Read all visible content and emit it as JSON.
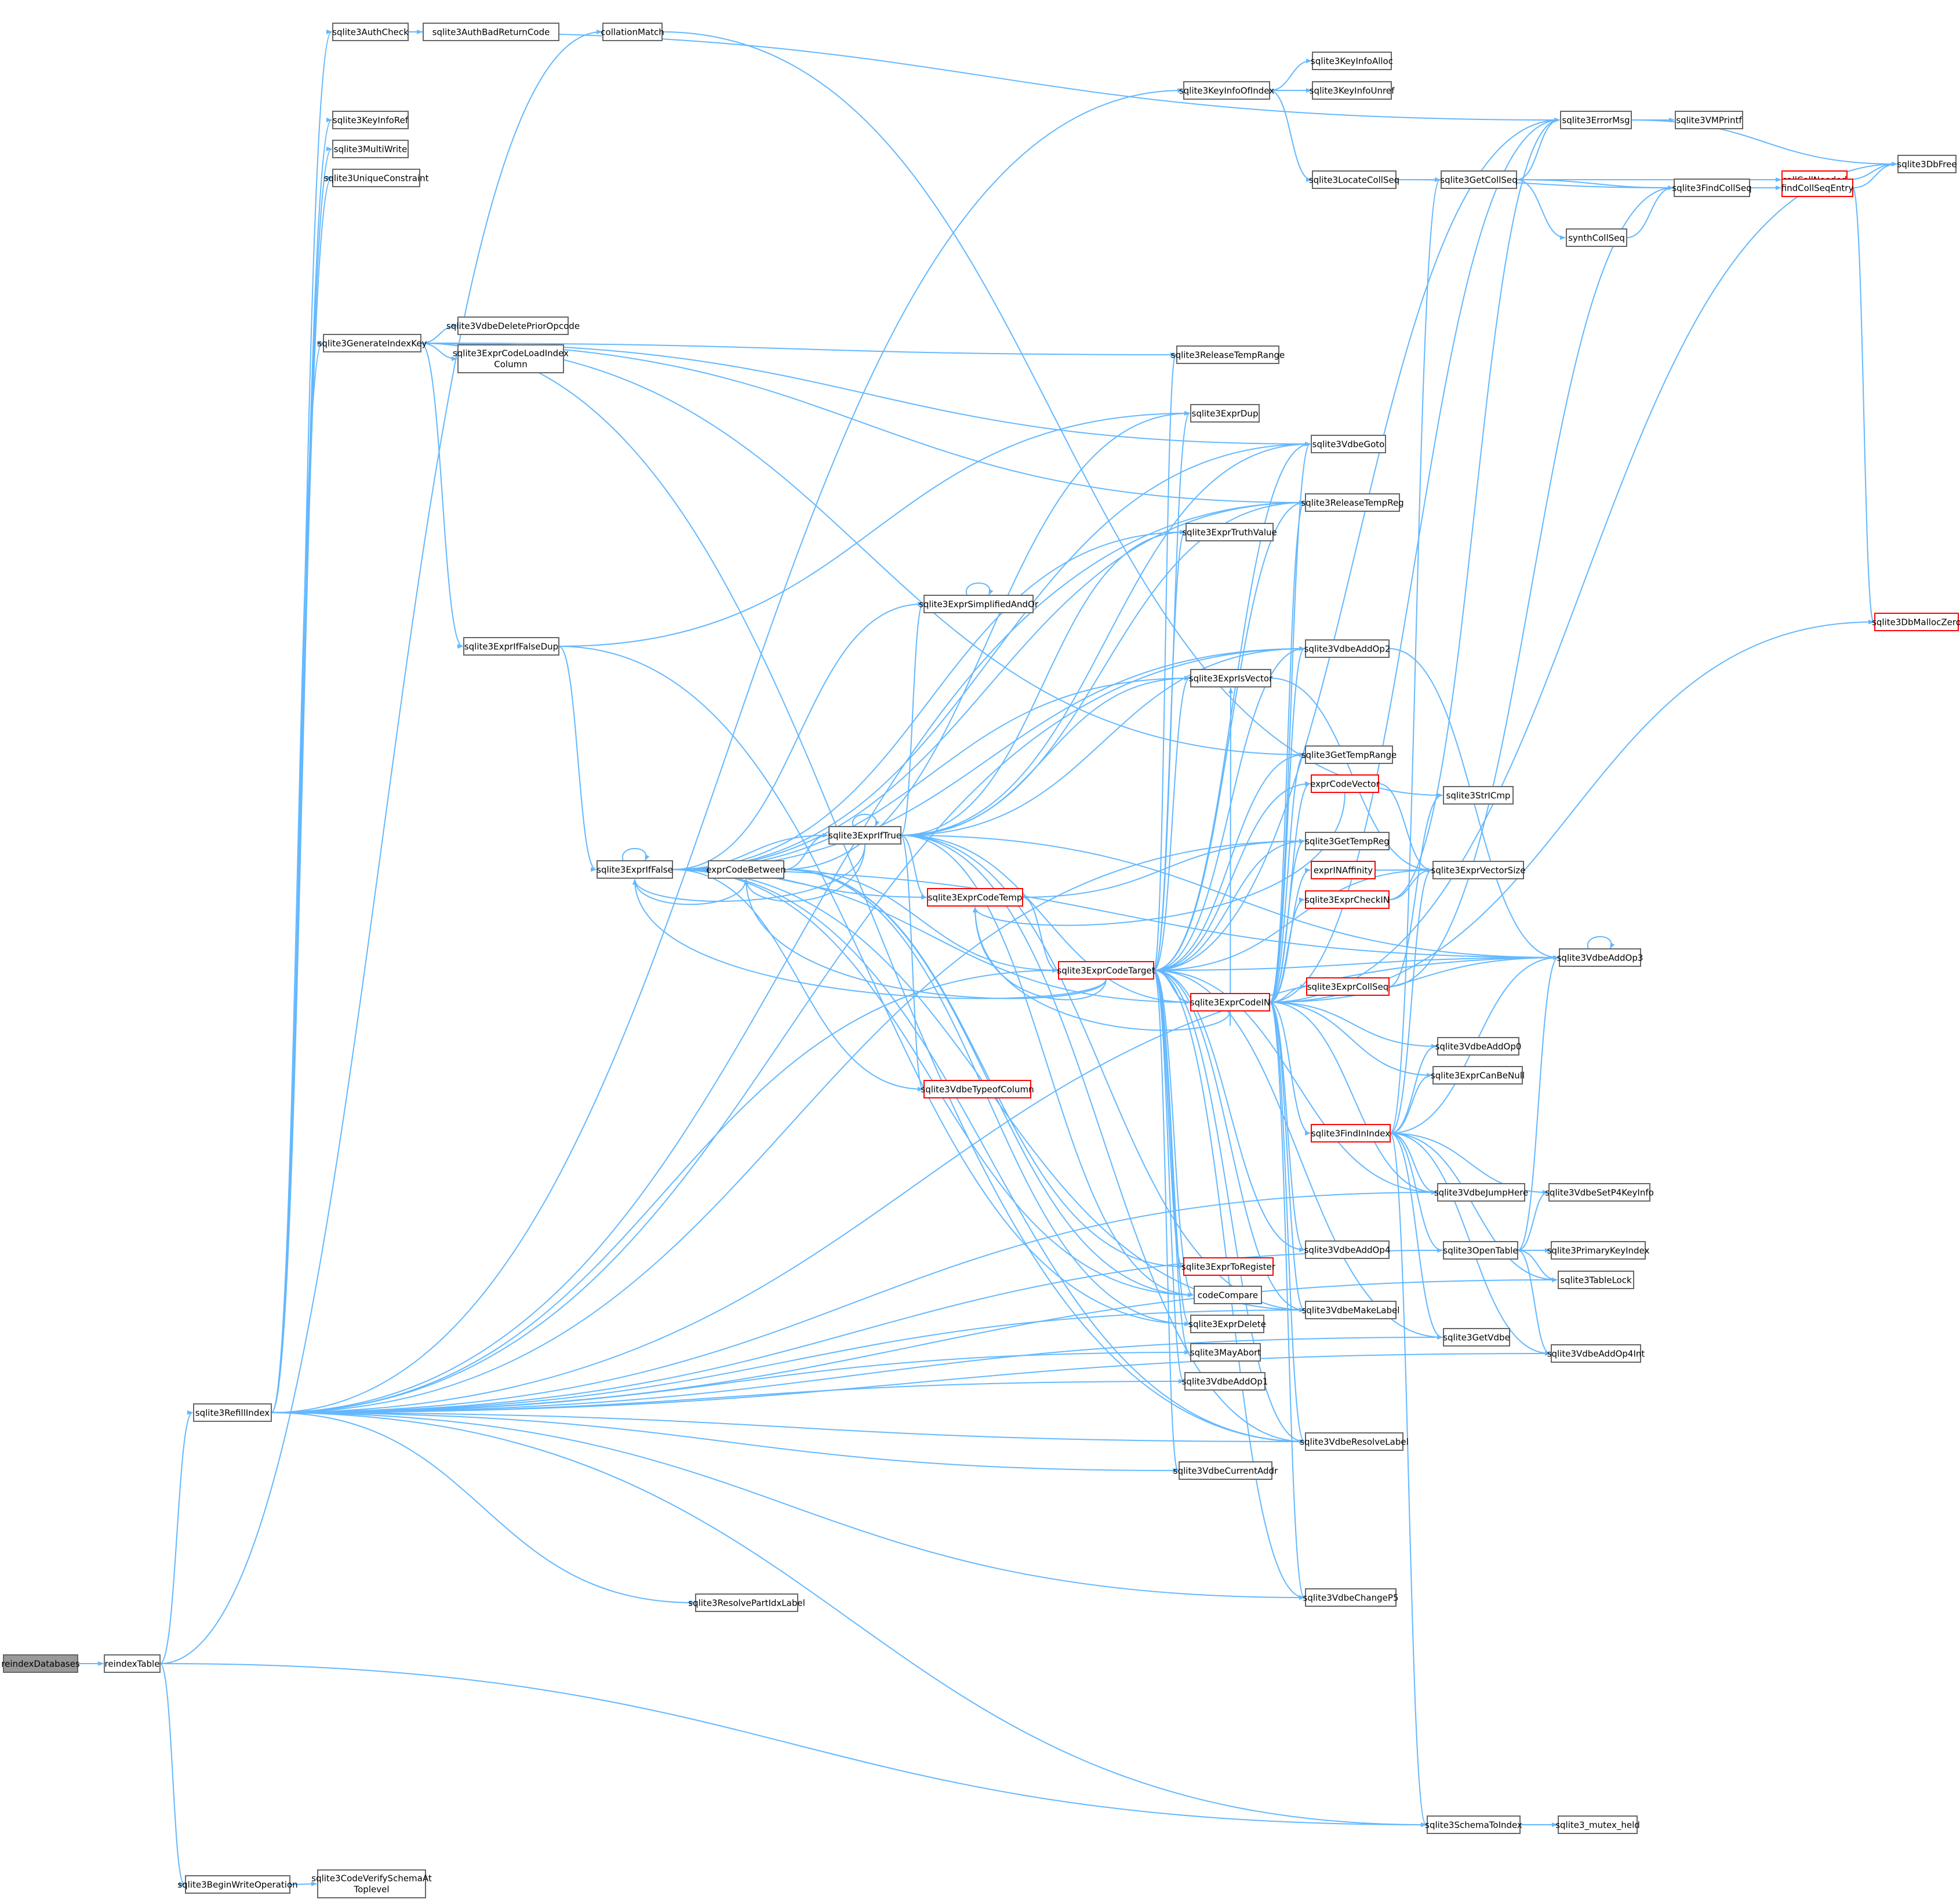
{
  "colors": {
    "edge": "#63b8ff",
    "node_border": "#666666",
    "node_border_truncated": "#ff0000",
    "node_fill": "#ffffff",
    "root_fill": "#999999",
    "text": "#000000"
  },
  "nodes": [
    {
      "id": "reindexDatabases",
      "label": "reindexDatabases",
      "kind": "root"
    },
    {
      "id": "reindexTable",
      "label": "reindexTable"
    },
    {
      "id": "sqlite3RefillIndex",
      "label": "sqlite3RefillIndex"
    },
    {
      "id": "sqlite3BeginWriteOperation",
      "label": "sqlite3BeginWriteOperation"
    },
    {
      "id": "sqlite3CodeVerifySchemaAtToplevel",
      "label": "sqlite3CodeVerifySchemaAt Toplevel"
    },
    {
      "id": "sqlite3AuthCheck",
      "label": "sqlite3AuthCheck"
    },
    {
      "id": "sqlite3AuthBadReturnCode",
      "label": "sqlite3AuthBadReturnCode"
    },
    {
      "id": "collationMatch",
      "label": "collationMatch"
    },
    {
      "id": "sqlite3KeyInfoRef",
      "label": "sqlite3KeyInfoRef"
    },
    {
      "id": "sqlite3MultiWrite",
      "label": "sqlite3MultiWrite"
    },
    {
      "id": "sqlite3UniqueConstraint",
      "label": "sqlite3UniqueConstraint"
    },
    {
      "id": "sqlite3GenerateIndexKey",
      "label": "sqlite3GenerateIndexKey"
    },
    {
      "id": "sqlite3VdbeDeletePriorOpcode",
      "label": "sqlite3VdbeDeletePriorOpcode"
    },
    {
      "id": "sqlite3ExprCodeLoadIndexColumn",
      "label": "sqlite3ExprCodeLoadIndex Column"
    },
    {
      "id": "sqlite3ExprIfFalseDup",
      "label": "sqlite3ExprIfFalseDup"
    },
    {
      "id": "sqlite3ExprIfFalse",
      "label": "sqlite3ExprIfFalse"
    },
    {
      "id": "exprCodeBetween",
      "label": "exprCodeBetween"
    },
    {
      "id": "sqlite3ExprIfTrue",
      "label": "sqlite3ExprIfTrue"
    },
    {
      "id": "sqlite3ExprSimplifiedAndOr",
      "label": "sqlite3ExprSimplifiedAndOr"
    },
    {
      "id": "sqlite3ExprCodeTemp",
      "label": "sqlite3ExprCodeTemp",
      "kind": "truncated"
    },
    {
      "id": "sqlite3ExprCodeTarget",
      "label": "sqlite3ExprCodeTarget",
      "kind": "truncated"
    },
    {
      "id": "sqlite3VdbeTypeofColumn",
      "label": "sqlite3VdbeTypeofColumn",
      "kind": "truncated"
    },
    {
      "id": "sqlite3ResolvePartIdxLabel",
      "label": "sqlite3ResolvePartIdxLabel"
    },
    {
      "id": "sqlite3KeyInfoOfIndex",
      "label": "sqlite3KeyInfoOfIndex"
    },
    {
      "id": "sqlite3KeyInfoAlloc",
      "label": "sqlite3KeyInfoAlloc"
    },
    {
      "id": "sqlite3KeyInfoUnref",
      "label": "sqlite3KeyInfoUnref"
    },
    {
      "id": "sqlite3LocateCollSeq",
      "label": "sqlite3LocateCollSeq"
    },
    {
      "id": "sqlite3ReleaseTempRange",
      "label": "sqlite3ReleaseTempRange"
    },
    {
      "id": "sqlite3ExprDup",
      "label": "sqlite3ExprDup"
    },
    {
      "id": "sqlite3ExprTruthValue",
      "label": "sqlite3ExprTruthValue"
    },
    {
      "id": "sqlite3ExprIsVector",
      "label": "sqlite3ExprIsVector"
    },
    {
      "id": "sqlite3ExprCodeIN",
      "label": "sqlite3ExprCodeIN",
      "kind": "truncated"
    },
    {
      "id": "sqlite3ExprToRegister",
      "label": "sqlite3ExprToRegister",
      "kind": "truncated"
    },
    {
      "id": "codeCompare",
      "label": "codeCompare"
    },
    {
      "id": "sqlite3ExprDelete",
      "label": "sqlite3ExprDelete"
    },
    {
      "id": "sqlite3MayAbort",
      "label": "sqlite3MayAbort"
    },
    {
      "id": "sqlite3VdbeAddOp1",
      "label": "sqlite3VdbeAddOp1"
    },
    {
      "id": "sqlite3VdbeCurrentAddr",
      "label": "sqlite3VdbeCurrentAddr"
    },
    {
      "id": "sqlite3VdbeGoto",
      "label": "sqlite3VdbeGoto"
    },
    {
      "id": "sqlite3ReleaseTempReg",
      "label": "sqlite3ReleaseTempReg"
    },
    {
      "id": "sqlite3VdbeAddOp2",
      "label": "sqlite3VdbeAddOp2"
    },
    {
      "id": "sqlite3GetTempRange",
      "label": "sqlite3GetTempRange"
    },
    {
      "id": "exprCodeVector",
      "label": "exprCodeVector",
      "kind": "truncated"
    },
    {
      "id": "sqlite3GetTempReg",
      "label": "sqlite3GetTempReg"
    },
    {
      "id": "exprINAffinity",
      "label": "exprINAffinity",
      "kind": "truncated"
    },
    {
      "id": "sqlite3ExprCheckIN",
      "label": "sqlite3ExprCheckIN",
      "kind": "truncated"
    },
    {
      "id": "sqlite3VdbeAddOp4",
      "label": "sqlite3VdbeAddOp4"
    },
    {
      "id": "sqlite3VdbeMakeLabel",
      "label": "sqlite3VdbeMakeLabel"
    },
    {
      "id": "sqlite3VdbeResolveLabel",
      "label": "sqlite3VdbeResolveLabel"
    },
    {
      "id": "sqlite3VdbeChangeP5",
      "label": "sqlite3VdbeChangeP5"
    },
    {
      "id": "sqlite3ErrorMsg",
      "label": "sqlite3ErrorMsg"
    },
    {
      "id": "sqlite3VMPrintf",
      "label": "sqlite3VMPrintf"
    },
    {
      "id": "sqlite3GetCollSeq",
      "label": "sqlite3GetCollSeq"
    },
    {
      "id": "synthCollSeq",
      "label": "synthCollSeq"
    },
    {
      "id": "sqlite3StrICmp",
      "label": "sqlite3StrICmp"
    },
    {
      "id": "sqlite3ExprVectorSize",
      "label": "sqlite3ExprVectorSize"
    },
    {
      "id": "sqlite3ExprCollSeq",
      "label": "sqlite3ExprCollSeq",
      "kind": "truncated"
    },
    {
      "id": "sqlite3VdbeAddOp0",
      "label": "sqlite3VdbeAddOp0"
    },
    {
      "id": "sqlite3ExprCanBeNull",
      "label": "sqlite3ExprCanBeNull"
    },
    {
      "id": "sqlite3FindInIndex",
      "label": "sqlite3FindInIndex",
      "kind": "truncated"
    },
    {
      "id": "sqlite3VdbeJumpHere",
      "label": "sqlite3VdbeJumpHere"
    },
    {
      "id": "sqlite3OpenTable",
      "label": "sqlite3OpenTable"
    },
    {
      "id": "sqlite3GetVdbe",
      "label": "sqlite3GetVdbe"
    },
    {
      "id": "sqlite3SchemaToIndex",
      "label": "sqlite3SchemaToIndex"
    },
    {
      "id": "sqlite3_mutex_held",
      "label": "sqlite3_mutex_held"
    },
    {
      "id": "sqlite3VdbeAddOp3",
      "label": "sqlite3VdbeAddOp3"
    },
    {
      "id": "sqlite3VdbeSetP4KeyInfo",
      "label": "sqlite3VdbeSetP4KeyInfo"
    },
    {
      "id": "sqlite3PrimaryKeyIndex",
      "label": "sqlite3PrimaryKeyIndex"
    },
    {
      "id": "sqlite3TableLock",
      "label": "sqlite3TableLock"
    },
    {
      "id": "sqlite3VdbeAddOp4Int",
      "label": "sqlite3VdbeAddOp4Int"
    },
    {
      "id": "sqlite3FindCollSeq",
      "label": "sqlite3FindCollSeq"
    },
    {
      "id": "callCollNeeded",
      "label": "callCollNeeded",
      "kind": "truncated"
    },
    {
      "id": "sqlite3DbFree",
      "label": "sqlite3DbFree"
    },
    {
      "id": "findCollSeqEntry",
      "label": "findCollSeqEntry",
      "kind": "truncated"
    },
    {
      "id": "sqlite3DbMallocZero",
      "label": "sqlite3DbMallocZero",
      "kind": "truncated"
    }
  ],
  "edges": [
    [
      "reindexDatabases",
      "reindexTable"
    ],
    [
      "reindexTable",
      "sqlite3RefillIndex"
    ],
    [
      "reindexTable",
      "sqlite3BeginWriteOperation"
    ],
    [
      "reindexTable",
      "collationMatch"
    ],
    [
      "reindexTable",
      "sqlite3SchemaToIndex"
    ],
    [
      "sqlite3BeginWriteOperation",
      "sqlite3CodeVerifySchemaAtToplevel"
    ],
    [
      "collationMatch",
      "sqlite3StrICmp"
    ],
    [
      "sqlite3AuthCheck",
      "sqlite3AuthBadReturnCode"
    ],
    [
      "sqlite3AuthCheck",
      "sqlite3ErrorMsg"
    ],
    [
      "sqlite3RefillIndex",
      "sqlite3AuthCheck"
    ],
    [
      "sqlite3RefillIndex",
      "sqlite3KeyInfoRef"
    ],
    [
      "sqlite3RefillIndex",
      "sqlite3MultiWrite"
    ],
    [
      "sqlite3RefillIndex",
      "sqlite3UniqueConstraint"
    ],
    [
      "sqlite3RefillIndex",
      "sqlite3GenerateIndexKey"
    ],
    [
      "sqlite3RefillIndex",
      "sqlite3KeyInfoOfIndex"
    ],
    [
      "sqlite3RefillIndex",
      "sqlite3ResolvePartIdxLabel"
    ],
    [
      "sqlite3RefillIndex",
      "sqlite3ExprCodeTarget"
    ],
    [
      "sqlite3RefillIndex",
      "sqlite3MayAbort"
    ],
    [
      "sqlite3RefillIndex",
      "sqlite3VdbeCurrentAddr"
    ],
    [
      "sqlite3RefillIndex",
      "sqlite3VdbeMakeLabel"
    ],
    [
      "sqlite3RefillIndex",
      "sqlite3VdbeResolveLabel"
    ],
    [
      "sqlite3RefillIndex",
      "sqlite3VdbeChangeP5"
    ],
    [
      "sqlite3RefillIndex",
      "sqlite3VdbeJumpHere"
    ],
    [
      "sqlite3RefillIndex",
      "sqlite3OpenTable"
    ],
    [
      "sqlite3RefillIndex",
      "sqlite3GetVdbe"
    ],
    [
      "sqlite3RefillIndex",
      "sqlite3SchemaToIndex"
    ],
    [
      "sqlite3RefillIndex",
      "sqlite3VdbeAddOp4Int"
    ],
    [
      "sqlite3RefillIndex",
      "sqlite3TableLock"
    ],
    [
      "sqlite3RefillIndex",
      "sqlite3VdbeAddOp3"
    ],
    [
      "sqlite3RefillIndex",
      "sqlite3VdbeAddOp2"
    ],
    [
      "sqlite3RefillIndex",
      "sqlite3VdbeAddOp1"
    ],
    [
      "sqlite3RefillIndex",
      "sqlite3ReleaseTempReg"
    ],
    [
      "sqlite3RefillIndex",
      "sqlite3GetTempReg"
    ],
    [
      "sqlite3GenerateIndexKey",
      "sqlite3VdbeDeletePriorOpcode"
    ],
    [
      "sqlite3GenerateIndexKey",
      "sqlite3ExprCodeLoadIndexColumn"
    ],
    [
      "sqlite3GenerateIndexKey",
      "sqlite3ExprIfFalseDup"
    ],
    [
      "sqlite3GenerateIndexKey",
      "sqlite3ReleaseTempRange"
    ],
    [
      "sqlite3GenerateIndexKey",
      "sqlite3VdbeGoto"
    ],
    [
      "sqlite3GenerateIndexKey",
      "sqlite3ReleaseTempReg"
    ],
    [
      "sqlite3GenerateIndexKey",
      "sqlite3GetTempRange"
    ],
    [
      "sqlite3GenerateIndexKey",
      "sqlite3VdbeResolveLabel"
    ],
    [
      "sqlite3ExprIfFalseDup",
      "sqlite3ExprIfFalse"
    ],
    [
      "sqlite3ExprIfFalseDup",
      "sqlite3ExprDup"
    ],
    [
      "sqlite3ExprIfFalseDup",
      "sqlite3ExprDelete"
    ],
    [
      "sqlite3ExprIfFalse",
      "sqlite3ExprIfFalse"
    ],
    [
      "sqlite3ExprIfFalse",
      "exprCodeBetween"
    ],
    [
      "sqlite3ExprIfFalse",
      "sqlite3ExprIfTrue"
    ],
    [
      "sqlite3ExprIfFalse",
      "sqlite3ExprSimplifiedAndOr"
    ],
    [
      "sqlite3ExprIfFalse",
      "sqlite3ExprCodeTemp"
    ],
    [
      "sqlite3ExprIfFalse",
      "sqlite3ExprCodeIN"
    ],
    [
      "sqlite3ExprIfFalse",
      "sqlite3VdbeTypeofColumn"
    ],
    [
      "sqlite3ExprIfFalse",
      "sqlite3ExprTruthValue"
    ],
    [
      "sqlite3ExprIfFalse",
      "sqlite3ExprIsVector"
    ],
    [
      "sqlite3ExprIfFalse",
      "codeCompare"
    ],
    [
      "sqlite3ExprIfFalse",
      "sqlite3VdbeGoto"
    ],
    [
      "sqlite3ExprIfFalse",
      "sqlite3VdbeAddOp2"
    ],
    [
      "sqlite3ExprIfFalse",
      "sqlite3VdbeAddOp3"
    ],
    [
      "sqlite3ExprIfFalse",
      "sqlite3ReleaseTempReg"
    ],
    [
      "sqlite3ExprIfFalse",
      "sqlite3VdbeMakeLabel"
    ],
    [
      "sqlite3ExprIfFalse",
      "sqlite3VdbeResolveLabel"
    ],
    [
      "exprCodeBetween",
      "sqlite3ExprIfTrue"
    ],
    [
      "exprCodeBetween",
      "sqlite3ExprCodeTarget"
    ],
    [
      "exprCodeBetween",
      "sqlite3ExprDup"
    ],
    [
      "exprCodeBetween",
      "sqlite3ExprDelete"
    ],
    [
      "exprCodeBetween",
      "sqlite3ExprToRegister"
    ],
    [
      "exprCodeBetween",
      "codeCompare"
    ],
    [
      "exprCodeBetween",
      "sqlite3ExprIfFalse"
    ],
    [
      "sqlite3ExprIfTrue",
      "sqlite3ExprIfTrue"
    ],
    [
      "sqlite3ExprIfTrue",
      "sqlite3ExprIfFalse"
    ],
    [
      "sqlite3ExprIfTrue",
      "exprCodeBetween"
    ],
    [
      "sqlite3ExprIfTrue",
      "sqlite3ExprSimplifiedAndOr"
    ],
    [
      "sqlite3ExprIfTrue",
      "sqlite3ExprCodeTemp"
    ],
    [
      "sqlite3ExprIfTrue",
      "sqlite3ExprCodeIN"
    ],
    [
      "sqlite3ExprIfTrue",
      "sqlite3VdbeTypeofColumn"
    ],
    [
      "sqlite3ExprIfTrue",
      "sqlite3ExprTruthValue"
    ],
    [
      "sqlite3ExprIfTrue",
      "sqlite3ExprIsVector"
    ],
    [
      "sqlite3ExprIfTrue",
      "codeCompare"
    ],
    [
      "sqlite3ExprIfTrue",
      "sqlite3VdbeGoto"
    ],
    [
      "sqlite3ExprIfTrue",
      "sqlite3VdbeAddOp2"
    ],
    [
      "sqlite3ExprIfTrue",
      "sqlite3VdbeAddOp3"
    ],
    [
      "sqlite3ExprIfTrue",
      "sqlite3ReleaseTempReg"
    ],
    [
      "sqlite3ExprIfTrue",
      "sqlite3VdbeMakeLabel"
    ],
    [
      "sqlite3ExprIfTrue",
      "sqlite3VdbeResolveLabel"
    ],
    [
      "sqlite3ExprSimplifiedAndOr",
      "sqlite3ExprSimplifiedAndOr"
    ],
    [
      "sqlite3ExprCodeTemp",
      "sqlite3ExprCodeTarget"
    ],
    [
      "sqlite3ExprCodeTemp",
      "sqlite3GetTempReg"
    ],
    [
      "sqlite3ExprCodeTarget",
      "sqlite3ExprCodeTemp"
    ],
    [
      "sqlite3ExprCodeTarget",
      "exprCodeBetween"
    ],
    [
      "sqlite3ExprCodeTarget",
      "sqlite3ExprIfFalse"
    ],
    [
      "sqlite3ExprCodeTarget",
      "sqlite3ExprCodeIN"
    ],
    [
      "sqlite3ExprCodeTarget",
      "sqlite3ReleaseTempRange"
    ],
    [
      "sqlite3ExprCodeTarget",
      "sqlite3ExprDup"
    ],
    [
      "sqlite3ExprCodeTarget",
      "sqlite3ExprTruthValue"
    ],
    [
      "sqlite3ExprCodeTarget",
      "sqlite3ExprIsVector"
    ],
    [
      "sqlite3ExprCodeTarget",
      "sqlite3ExprToRegister"
    ],
    [
      "sqlite3ExprCodeTarget",
      "codeCompare"
    ],
    [
      "sqlite3ExprCodeTarget",
      "sqlite3ExprDelete"
    ],
    [
      "sqlite3ExprCodeTarget",
      "sqlite3MayAbort"
    ],
    [
      "sqlite3ExprCodeTarget",
      "sqlite3VdbeAddOp1"
    ],
    [
      "sqlite3ExprCodeTarget",
      "sqlite3VdbeCurrentAddr"
    ],
    [
      "sqlite3ExprCodeTarget",
      "sqlite3VdbeGoto"
    ],
    [
      "sqlite3ExprCodeTarget",
      "sqlite3ReleaseTempReg"
    ],
    [
      "sqlite3ExprCodeTarget",
      "sqlite3VdbeAddOp2"
    ],
    [
      "sqlite3ExprCodeTarget",
      "sqlite3GetTempRange"
    ],
    [
      "sqlite3ExprCodeTarget",
      "exprCodeVector"
    ],
    [
      "sqlite3ExprCodeTarget",
      "sqlite3GetTempReg"
    ],
    [
      "sqlite3ExprCodeTarget",
      "sqlite3VdbeAddOp4"
    ],
    [
      "sqlite3ExprCodeTarget",
      "sqlite3VdbeMakeLabel"
    ],
    [
      "sqlite3ExprCodeTarget",
      "sqlite3VdbeResolveLabel"
    ],
    [
      "sqlite3ExprCodeTarget",
      "sqlite3VdbeChangeP5"
    ],
    [
      "sqlite3ExprCodeTarget",
      "sqlite3ErrorMsg"
    ],
    [
      "sqlite3ExprCodeTarget",
      "sqlite3ExprVectorSize"
    ],
    [
      "sqlite3ExprCodeTarget",
      "sqlite3VdbeAddOp3"
    ],
    [
      "sqlite3ExprCodeTarget",
      "sqlite3VdbeJumpHere"
    ],
    [
      "sqlite3ExprCodeTarget",
      "sqlite3GetVdbe"
    ],
    [
      "sqlite3ExprCodeIN",
      "sqlite3ExprCodeTemp"
    ],
    [
      "sqlite3ExprCodeIN",
      "exprINAffinity"
    ],
    [
      "sqlite3ExprCodeIN",
      "sqlite3ExprCheckIN"
    ],
    [
      "sqlite3ExprCodeIN",
      "sqlite3ExprCollSeq"
    ],
    [
      "sqlite3ExprCodeIN",
      "sqlite3VdbeAddOp0"
    ],
    [
      "sqlite3ExprCodeIN",
      "sqlite3ExprCanBeNull"
    ],
    [
      "sqlite3ExprCodeIN",
      "sqlite3FindInIndex"
    ],
    [
      "sqlite3ExprCodeIN",
      "sqlite3VdbeJumpHere"
    ],
    [
      "sqlite3ExprCodeIN",
      "sqlite3ExprIsVector"
    ],
    [
      "sqlite3ExprCodeIN",
      "sqlite3VdbeGoto"
    ],
    [
      "sqlite3ExprCodeIN",
      "sqlite3ReleaseTempReg"
    ],
    [
      "sqlite3ExprCodeIN",
      "sqlite3VdbeAddOp2"
    ],
    [
      "sqlite3ExprCodeIN",
      "sqlite3GetTempRange"
    ],
    [
      "sqlite3ExprCodeIN",
      "exprCodeVector"
    ],
    [
      "sqlite3ExprCodeIN",
      "sqlite3GetTempReg"
    ],
    [
      "sqlite3ExprCodeIN",
      "sqlite3VdbeAddOp4"
    ],
    [
      "sqlite3ExprCodeIN",
      "sqlite3VdbeMakeLabel"
    ],
    [
      "sqlite3ExprCodeIN",
      "sqlite3VdbeResolveLabel"
    ],
    [
      "sqlite3ExprCodeIN",
      "sqlite3VdbeChangeP5"
    ],
    [
      "sqlite3ExprCodeIN",
      "sqlite3ErrorMsg"
    ],
    [
      "sqlite3ExprCodeIN",
      "sqlite3VdbeAddOp3"
    ],
    [
      "sqlite3ExprCodeIN",
      "sqlite3DbFree"
    ],
    [
      "sqlite3ExprCodeIN",
      "sqlite3DbMallocZero"
    ],
    [
      "sqlite3KeyInfoOfIndex",
      "sqlite3KeyInfoAlloc"
    ],
    [
      "sqlite3KeyInfoOfIndex",
      "sqlite3KeyInfoUnref"
    ],
    [
      "sqlite3KeyInfoOfIndex",
      "sqlite3LocateCollSeq"
    ],
    [
      "sqlite3LocateCollSeq",
      "sqlite3GetCollSeq"
    ],
    [
      "sqlite3LocateCollSeq",
      "sqlite3FindCollSeq"
    ],
    [
      "sqlite3ErrorMsg",
      "sqlite3VMPrintf"
    ],
    [
      "sqlite3ErrorMsg",
      "sqlite3DbFree"
    ],
    [
      "sqlite3GetCollSeq",
      "sqlite3ErrorMsg"
    ],
    [
      "sqlite3GetCollSeq",
      "synthCollSeq"
    ],
    [
      "sqlite3GetCollSeq",
      "callCollNeeded"
    ],
    [
      "sqlite3GetCollSeq",
      "sqlite3FindCollSeq"
    ],
    [
      "synthCollSeq",
      "sqlite3FindCollSeq"
    ],
    [
      "callCollNeeded",
      "sqlite3DbFree"
    ],
    [
      "sqlite3FindCollSeq",
      "findCollSeqEntry"
    ],
    [
      "findCollSeqEntry",
      "sqlite3DbFree"
    ],
    [
      "findCollSeqEntry",
      "sqlite3DbMallocZero"
    ],
    [
      "sqlite3ExprIsVector",
      "sqlite3ExprVectorSize"
    ],
    [
      "exprCodeVector",
      "sqlite3ExprCodeTemp"
    ],
    [
      "exprCodeVector",
      "sqlite3ExprVectorSize"
    ],
    [
      "exprINAffinity",
      "sqlite3ExprVectorSize"
    ],
    [
      "sqlite3ExprCheckIN",
      "sqlite3ExprVectorSize"
    ],
    [
      "sqlite3ExprCheckIN",
      "sqlite3ErrorMsg"
    ],
    [
      "sqlite3ExprCollSeq",
      "sqlite3StrICmp"
    ],
    [
      "sqlite3ExprCollSeq",
      "sqlite3FindCollSeq"
    ],
    [
      "sqlite3VdbeAddOp2",
      "sqlite3VdbeAddOp3"
    ],
    [
      "sqlite3VdbeAddOp3",
      "sqlite3VdbeAddOp3"
    ],
    [
      "sqlite3FindInIndex",
      "sqlite3ExprVectorSize"
    ],
    [
      "sqlite3FindInIndex",
      "sqlite3GetCollSeq"
    ],
    [
      "sqlite3FindInIndex",
      "sqlite3ExprCanBeNull"
    ],
    [
      "sqlite3FindInIndex",
      "sqlite3VdbeAddOp0"
    ],
    [
      "sqlite3FindInIndex",
      "sqlite3VdbeJumpHere"
    ],
    [
      "sqlite3FindInIndex",
      "sqlite3OpenTable"
    ],
    [
      "sqlite3FindInIndex",
      "sqlite3GetVdbe"
    ],
    [
      "sqlite3FindInIndex",
      "sqlite3SchemaToIndex"
    ],
    [
      "sqlite3FindInIndex",
      "sqlite3VdbeSetP4KeyInfo"
    ],
    [
      "sqlite3FindInIndex",
      "sqlite3TableLock"
    ],
    [
      "sqlite3FindInIndex",
      "sqlite3VdbeAddOp4Int"
    ],
    [
      "sqlite3FindInIndex",
      "sqlite3VdbeAddOp3"
    ],
    [
      "sqlite3OpenTable",
      "sqlite3VdbeSetP4KeyInfo"
    ],
    [
      "sqlite3OpenTable",
      "sqlite3PrimaryKeyIndex"
    ],
    [
      "sqlite3OpenTable",
      "sqlite3TableLock"
    ],
    [
      "sqlite3OpenTable",
      "sqlite3VdbeAddOp4Int"
    ],
    [
      "sqlite3OpenTable",
      "sqlite3VdbeAddOp3"
    ],
    [
      "sqlite3SchemaToIndex",
      "sqlite3_mutex_held"
    ]
  ]
}
